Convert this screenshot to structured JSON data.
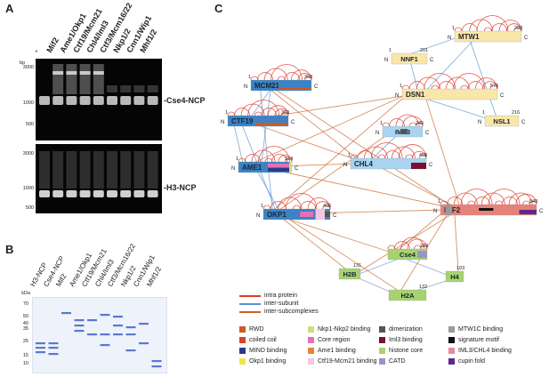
{
  "panels": {
    "a": "A",
    "b": "B",
    "c": "C"
  },
  "panel_a": {
    "bp_unit": "bp",
    "lanes": [
      "-",
      "Mif2",
      "Ame1/Okp1",
      "Ctf19/Mcm21",
      "Chl4/Iml3",
      "Ctf3/Mcm16/22",
      "Nkp1/2",
      "Cnn1/Wip1",
      "Mhf1/2"
    ],
    "top_gel_ticks": [
      "3000",
      "1000",
      "500"
    ],
    "bottom_gel_ticks": [
      "3000",
      "1000",
      "500"
    ],
    "top_label": "-Cse4-NCP",
    "bottom_label": "-H3-NCP"
  },
  "panel_b": {
    "kda_unit": "kDa",
    "lanes": [
      "H3-NCP",
      "Cse4-NCP",
      "Mif2",
      "Ame1/Okp1",
      "Ctf19/Mcm21",
      "Chl4/Iml3",
      "Ctf3/Mcm16/22",
      "Nkp1/2",
      "Cnn1/Wip1",
      "Mhf1/2"
    ],
    "ticks": [
      "70",
      "50",
      "40",
      "35",
      "25",
      "15",
      "10"
    ]
  },
  "panel_c": {
    "proteins": [
      {
        "id": "mtw1",
        "name": "MTW1",
        "start": "1",
        "end": "289",
        "color": "#fae6a8"
      },
      {
        "id": "nnf1",
        "name": "NNF1",
        "start": "1",
        "end": "201",
        "color": "#fae6a8"
      },
      {
        "id": "dsn1",
        "name": "DSN1",
        "start": "1",
        "end": "576",
        "color": "#fae6a8"
      },
      {
        "id": "nsl1",
        "name": "NSL1",
        "start": "1",
        "end": "216",
        "color": "#fae6a8"
      },
      {
        "id": "mcm21",
        "name": "MCM21",
        "start": "1",
        "end": "368",
        "color": "#3c82c4"
      },
      {
        "id": "ctf19",
        "name": "CTF19",
        "start": "1",
        "end": "369",
        "color": "#3c82c4"
      },
      {
        "id": "iml3",
        "name": "IML3",
        "start": "1",
        "end": "245",
        "color": "#a9d3ee"
      },
      {
        "id": "chl4",
        "name": "CHL4",
        "start": "1",
        "end": "458",
        "color": "#a9d3ee"
      },
      {
        "id": "ame1",
        "name": "AME1",
        "start": "1",
        "end": "324",
        "color": "#3c82c4"
      },
      {
        "id": "okp1",
        "name": "OKP1",
        "start": "1",
        "end": "406",
        "color": "#3c82c4"
      },
      {
        "id": "mif2",
        "name": "MIF2",
        "start": "1",
        "end": "549",
        "color": "#e8807a"
      },
      {
        "id": "cse4",
        "name": "Cse4",
        "start": "",
        "end": "229",
        "color": "#a8d26e"
      },
      {
        "id": "h2b",
        "name": "H2B",
        "start": "",
        "end": "131",
        "color": "#a8d26e"
      },
      {
        "id": "h4",
        "name": "H4",
        "start": "",
        "end": "103",
        "color": "#a8d26e"
      },
      {
        "id": "h2a",
        "name": "H2A",
        "start": "",
        "end": "132",
        "color": "#a8d26e"
      }
    ],
    "n_label": "N",
    "c_label": "C",
    "line_legend": [
      {
        "label": "intra protein",
        "color": "#e0392b"
      },
      {
        "label": "inter-subunit",
        "color": "#5b8fd0"
      },
      {
        "label": "inter-subcomplexes",
        "color": "#c8642a"
      }
    ],
    "domain_legend": [
      {
        "label": "RWD",
        "color": "#c95a2a"
      },
      {
        "label": "coiled coil",
        "color": "#d9432c"
      },
      {
        "label": "MIND binding",
        "color": "#2b3a8e"
      },
      {
        "label": "Okp1 binding",
        "color": "#f3e24a"
      },
      {
        "label": "Nkp1-Nkp2 binding",
        "color": "#c9e08a"
      },
      {
        "label": "Core region",
        "color": "#e86fb5"
      },
      {
        "label": "Ame1 binding",
        "color": "#e9843a"
      },
      {
        "label": "Ctf19-Mcm21 binding",
        "color": "#f3c6e2"
      },
      {
        "label": "dimerization",
        "color": "#555555"
      },
      {
        "label": "Iml3 binding",
        "color": "#7a1030"
      },
      {
        "label": "histone core",
        "color": "#a8d26e"
      },
      {
        "label": "CATD",
        "color": "#9a93c8"
      },
      {
        "label": "MTW1C binding",
        "color": "#9a9a9a"
      },
      {
        "label": "signature motif",
        "color": "#111111"
      },
      {
        "label": "IML3/CHL4 binding",
        "color": "#e6899a"
      },
      {
        "label": "cupin fold",
        "color": "#5a2a8e"
      }
    ]
  }
}
